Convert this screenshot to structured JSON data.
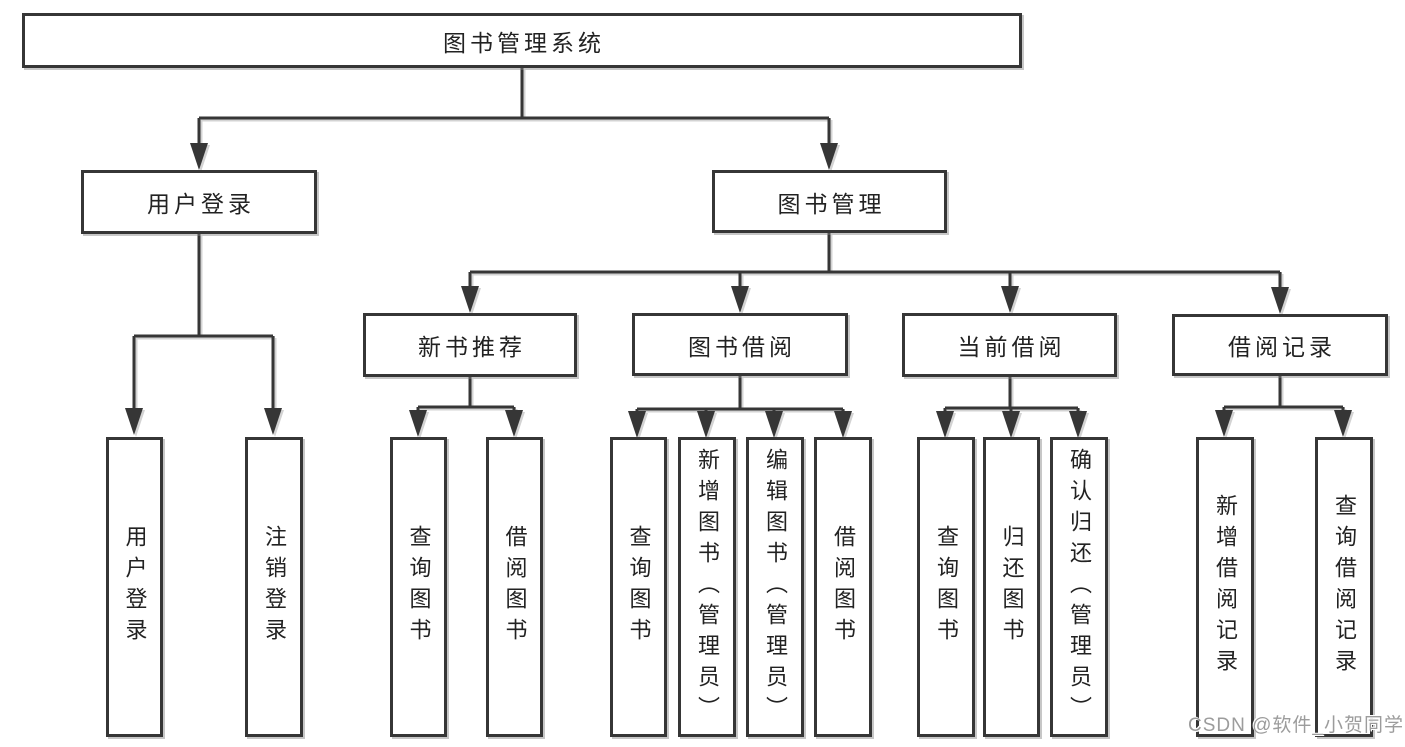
{
  "nodes": {
    "root": "图书管理系统",
    "branches": [
      "用户登录",
      "图书管理"
    ],
    "subbranches": [
      "新书推荐",
      "图书借阅",
      "当前借阅",
      "借阅记录"
    ],
    "leaves": [
      "用户登录",
      "注销登录",
      "查询图书",
      "借阅图书",
      "查询图书",
      "新增图书（管理员）",
      "编辑图书（管理员）",
      "借阅图书",
      "查询图书",
      "归还图书",
      "确认归还（管理员）",
      "新增借阅记录",
      "查询借阅记录"
    ]
  },
  "watermark": "CSDN @软件_小贺同学",
  "colors": {
    "line": "#363636",
    "text": "#222222",
    "background": "#ffffff",
    "watermark": "#9c9c9c"
  }
}
